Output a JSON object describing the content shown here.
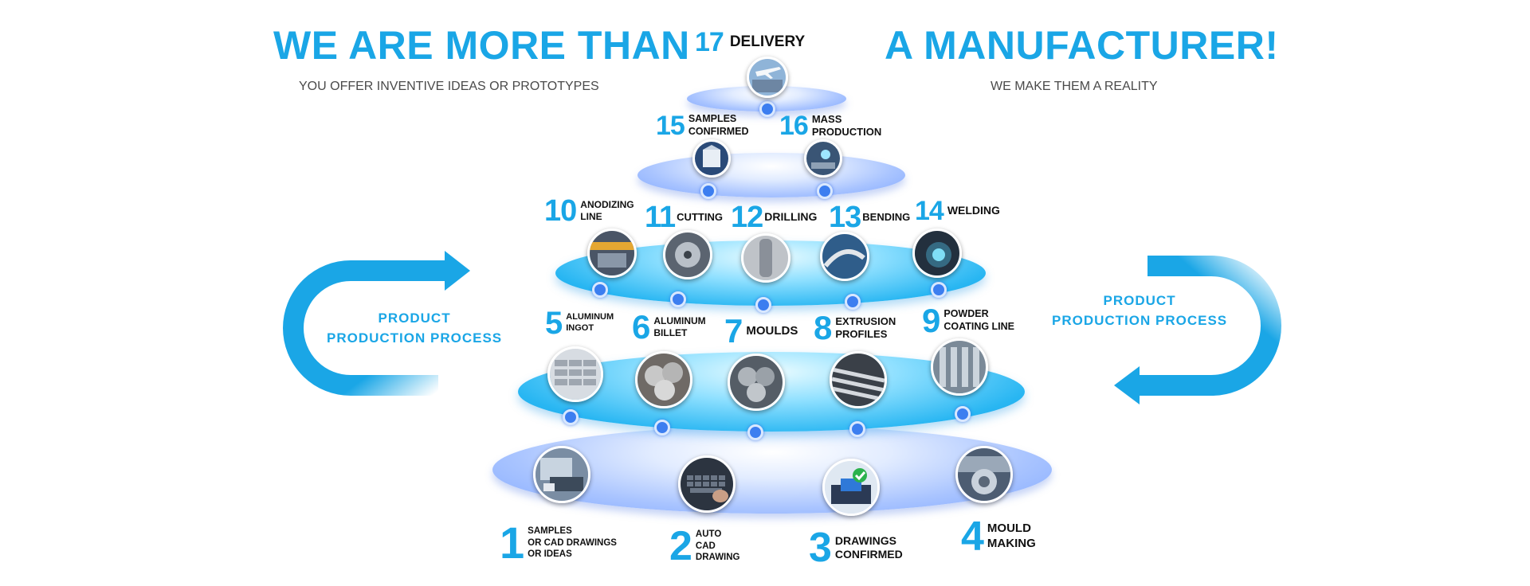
{
  "header": {
    "left_title": "WE ARE MORE THAN",
    "right_title": "A MANUFACTURER!",
    "left_subtitle": "YOU OFFER INVENTIVE IDEAS OR PROTOTYPES",
    "right_subtitle": "WE MAKE THEM A REALITY"
  },
  "side_labels": {
    "left": [
      "PRODUCT",
      "PRODUCTION PROCESS"
    ],
    "right": [
      "PRODUCT",
      "PRODUCTION PROCESS"
    ]
  },
  "colors": {
    "accent": "#1aa6e6",
    "label": "#111111",
    "subtitle": "#4a4a4a"
  },
  "steps": [
    {
      "num": "1",
      "lines": [
        "SAMPLES",
        "OR CAD DRAWINGS",
        "OR IDEAS"
      ],
      "icon": "cad-samples-photo-icon"
    },
    {
      "num": "2",
      "lines": [
        "AUTO",
        "CAD",
        "DRAWING"
      ],
      "icon": "keyboard-photo-icon"
    },
    {
      "num": "3",
      "lines": [
        "DRAWINGS",
        "CONFIRMED"
      ],
      "icon": "confirmed-check-photo-icon"
    },
    {
      "num": "4",
      "lines": [
        "MOULD",
        "MAKING"
      ],
      "icon": "mould-making-photo-icon"
    },
    {
      "num": "5",
      "lines": [
        "ALUMINUM",
        "INGOT"
      ],
      "icon": "aluminum-ingot-photo-icon"
    },
    {
      "num": "6",
      "lines": [
        "ALUMINUM",
        "BILLET"
      ],
      "icon": "aluminum-billet-photo-icon"
    },
    {
      "num": "7",
      "lines": [
        "MOULDS"
      ],
      "icon": "moulds-photo-icon"
    },
    {
      "num": "8",
      "lines": [
        "EXTRUSION",
        "PROFILES"
      ],
      "icon": "extrusion-profiles-photo-icon"
    },
    {
      "num": "9",
      "lines": [
        "POWDER",
        "COATING LINE"
      ],
      "icon": "powder-coating-photo-icon"
    },
    {
      "num": "10",
      "lines": [
        "ANODIZING",
        "LINE"
      ],
      "icon": "anodizing-line-photo-icon"
    },
    {
      "num": "11",
      "lines": [
        "CUTTING"
      ],
      "icon": "cutting-photo-icon"
    },
    {
      "num": "12",
      "lines": [
        "DRILLING"
      ],
      "icon": "drilling-photo-icon"
    },
    {
      "num": "13",
      "lines": [
        "BENDING"
      ],
      "icon": "bending-photo-icon"
    },
    {
      "num": "14",
      "lines": [
        "WELDING"
      ],
      "icon": "welding-photo-icon"
    },
    {
      "num": "15",
      "lines": [
        "SAMPLES",
        "CONFIRMED"
      ],
      "icon": "samples-box-photo-icon"
    },
    {
      "num": "16",
      "lines": [
        "MASS",
        "PRODUCTION"
      ],
      "icon": "mass-production-photo-icon"
    },
    {
      "num": "17",
      "lines": [
        "DELIVERY"
      ],
      "icon": "airplane-delivery-photo-icon"
    }
  ]
}
